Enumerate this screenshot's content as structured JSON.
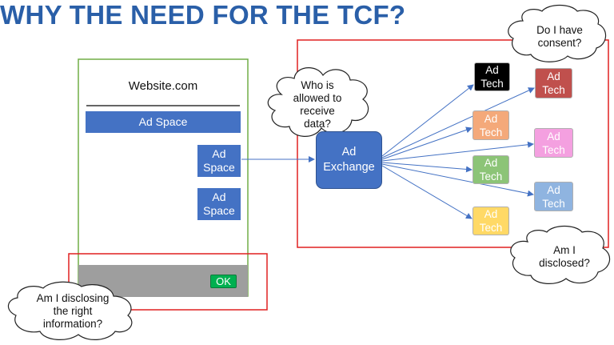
{
  "title": "WHY THE NEED FOR THE TCF?",
  "website": {
    "name": "Website.com",
    "ad_space_banner": "Ad Space",
    "ad_space_1": "Ad\nSpace",
    "ad_space_2": "Ad\nSpace",
    "ok_button": "OK"
  },
  "exchange": {
    "label": "Ad\nExchange"
  },
  "ad_techs": [
    {
      "label": "Ad\nTech",
      "color": "#000000"
    },
    {
      "label": "Ad\nTech",
      "color": "#c0504d"
    },
    {
      "label": "Ad\nTech",
      "color": "#f4a97a"
    },
    {
      "label": "Ad\nTech",
      "color": "#f4a0e0"
    },
    {
      "label": "Ad\nTech",
      "color": "#8cc477"
    },
    {
      "label": "Ad\nTech",
      "color": "#8fb4e0"
    },
    {
      "label": "Ad\nTech",
      "color": "#ffd966"
    }
  ],
  "clouds": {
    "who_allowed": "Who is\nallowed to\nreceive\ndata?",
    "consent": "Do I have\nconsent?",
    "disclosed": "Am I\ndisclosed?",
    "disclosing": "Am I disclosing\nthe right\ninformation?"
  },
  "colors": {
    "title": "#2a5fa8",
    "ad_space": "#4472c4",
    "exchange": "#4472c4",
    "website_border": "#70ad47",
    "highlight_red": "#e02020",
    "arrow": "#4472c4",
    "consent_bar": "#9e9e9e",
    "ok_button": "#00b050"
  }
}
